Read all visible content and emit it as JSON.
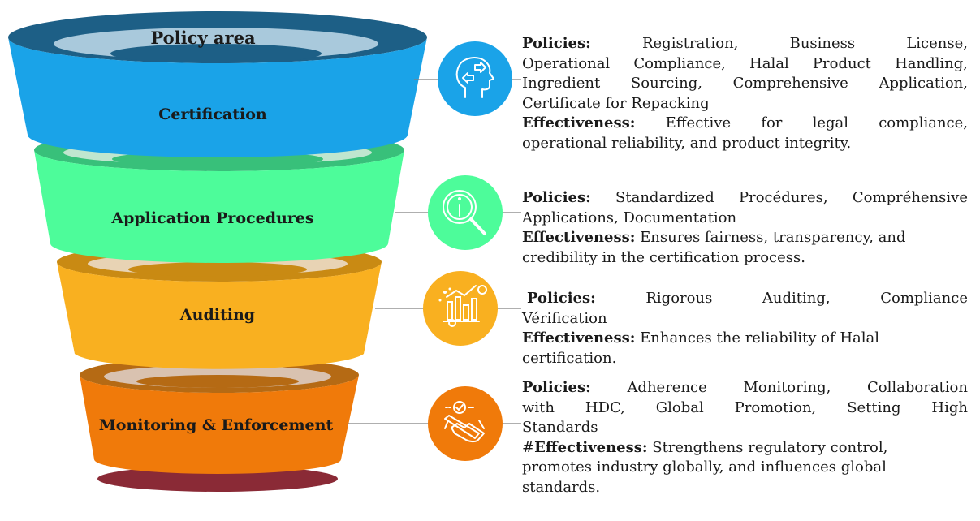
{
  "funnel": {
    "header_label": "Policy area",
    "stages": [
      {
        "label": "Certification",
        "color": "#1aa3e8",
        "icon": "head-arrows-icon"
      },
      {
        "label": "Application Procedures",
        "color": "#4dfc9a",
        "icon": "info-magnifier-icon"
      },
      {
        "label": "Auditing",
        "color": "#f9b020",
        "icon": "bar-chart-icon"
      },
      {
        "label": "Monitoring & Enforcement",
        "color": "#f07a0a",
        "icon": "handshake-icon"
      }
    ]
  },
  "details": [
    {
      "policies_key": "Policies:",
      "policies_lines": [
        "Registration, Business License,",
        "Operational Compliance, Halal Product Handling,",
        "Ingredient Sourcing, Comprehensive Application,",
        "Certificate for Repacking"
      ],
      "effect_key": "Effectiveness:",
      "effect_lines": [
        "Effective for legal compliance,",
        "operational reliability, and product integrity."
      ]
    },
    {
      "policies_key": "Policies:",
      "policies_lines": [
        "Standardized Procédures, Compréhensive",
        "Applications, Documentation"
      ],
      "effect_key": "Effectiveness:",
      "effect_lines": [
        "Ensures fairness, transparency, and",
        "credibility in the certification process."
      ]
    },
    {
      "policies_key": "Policies:",
      "policies_lines": [
        "Rigorous Auditing, Compliance",
        "Vérification"
      ],
      "effect_key": "Effectiveness:",
      "effect_lines": [
        "Enhances the reliability of Halal",
        "certification."
      ]
    },
    {
      "policies_key": "Policies:",
      "policies_lines": [
        "Adherence Monitoring, Collaboration",
        "with HDC, Global Promotion, Setting High",
        "Standards"
      ],
      "effect_prefix": "#",
      "effect_key": "Effectiveness:",
      "effect_lines": [
        "Strengthens regulatory control,",
        "promotes industry globally, and influences global",
        "standards."
      ]
    }
  ]
}
